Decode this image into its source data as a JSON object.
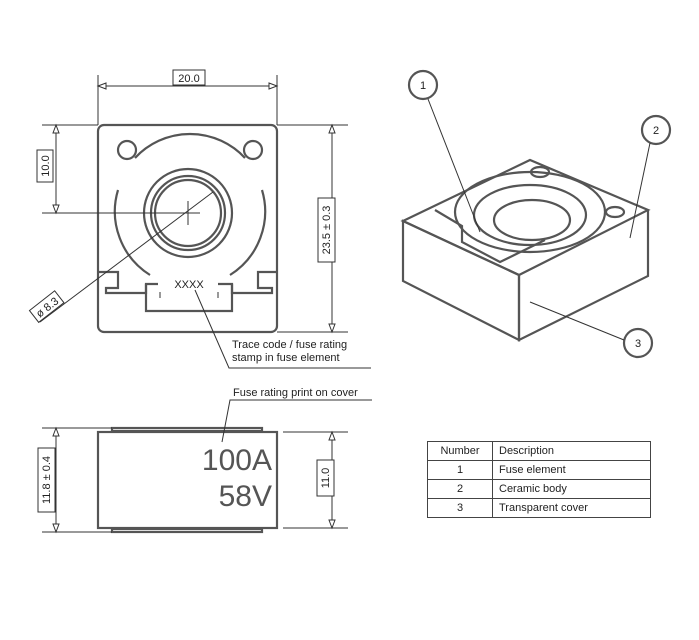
{
  "top_view": {
    "width_dim": "20.0",
    "center_dim": "10.0",
    "height_dim": "23.5 ± 0.3",
    "diameter_dim": "ø 8.3",
    "stamp": "XXXX",
    "note_line1": "Trace code / fuse rating",
    "note_line2": "stamp in fuse element"
  },
  "side_view": {
    "note": "Fuse rating print on cover",
    "rating_current": "100A",
    "rating_voltage": "58V",
    "total_height_dim": "11.8 ± 0.4",
    "body_height_dim": "11.0"
  },
  "iso_view": {
    "callouts": [
      "1",
      "2",
      "3"
    ]
  },
  "parts_table": {
    "headers": [
      "Number",
      "Description"
    ],
    "rows": [
      {
        "number": "1",
        "description": "Fuse element"
      },
      {
        "number": "2",
        "description": "Ceramic body"
      },
      {
        "number": "3",
        "description": "Transparent cover"
      }
    ]
  }
}
